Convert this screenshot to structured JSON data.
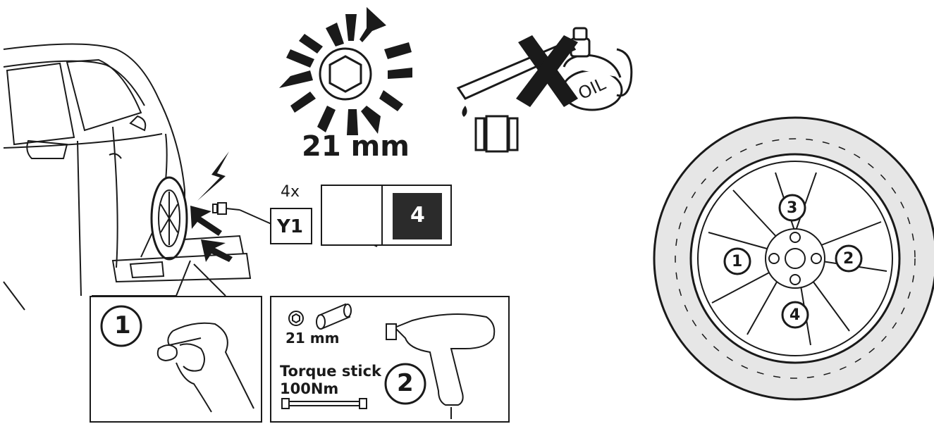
{
  "socket_size": "21 mm",
  "oil_label": "OIL",
  "quantity": "4x",
  "part_code": "Y1",
  "step_number": "4",
  "step1": {
    "number": "1"
  },
  "step2": {
    "number": "2",
    "socket_size": "21 mm",
    "torque_label": "Torque stick",
    "torque_value": "100Nm"
  },
  "wheel_sequence": [
    "1",
    "2",
    "3",
    "4"
  ],
  "colors": {
    "ink": "#1a1a1a",
    "tire": "#e6e6e6",
    "badge": "#2b2b2b"
  }
}
